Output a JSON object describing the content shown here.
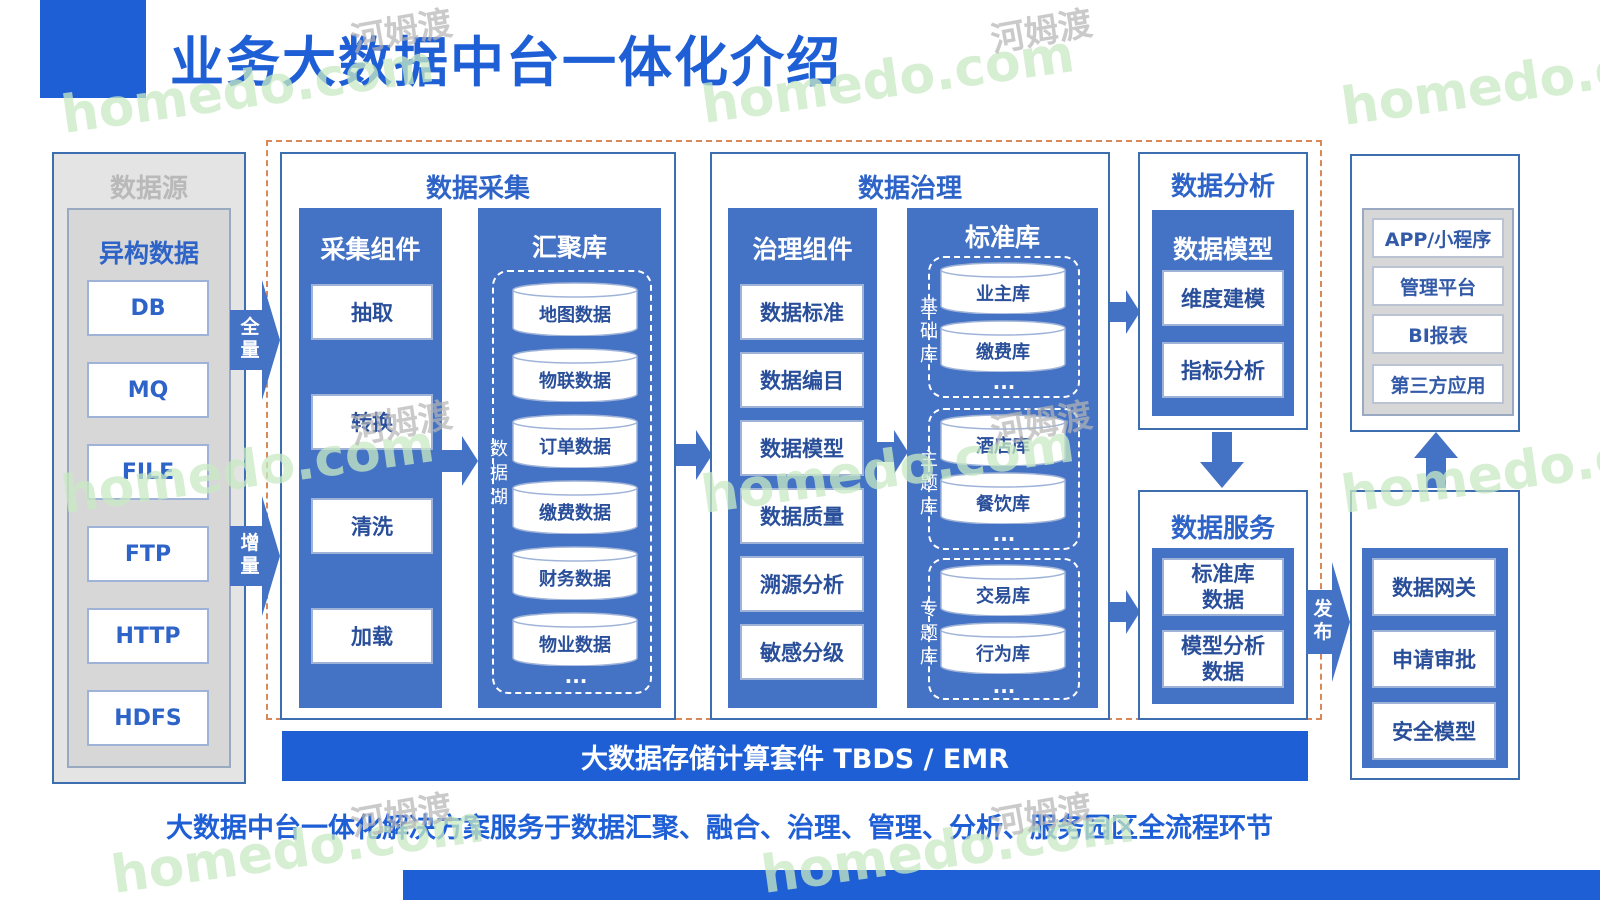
{
  "title": "业务大数据中台一体化介绍",
  "datasource": {
    "title": "数据源",
    "heterogeneous": "异构数据",
    "items": [
      "DB",
      "MQ",
      "FILE",
      "FTP",
      "HTTP",
      "HDFS"
    ],
    "full": "全量",
    "incremental": "增量"
  },
  "collection": {
    "title": "数据采集",
    "components_title": "采集组件",
    "components": [
      "抽取",
      "转换",
      "清洗",
      "加载"
    ],
    "lake_label": "数据湖",
    "repo_title": "汇聚库",
    "repo_items": [
      "地图数据",
      "物联数据",
      "订单数据",
      "缴费数据",
      "财务数据",
      "物业数据"
    ],
    "ellipsis": "..."
  },
  "governance": {
    "title": "数据治理",
    "components_title": "治理组件",
    "components": [
      "数据标准",
      "数据编目",
      "数据模型",
      "数据质量",
      "溯源分析",
      "敏感分级"
    ],
    "std_title": "标准库",
    "groups": [
      {
        "label": "基础库",
        "items": [
          "业主库",
          "缴费库"
        ]
      },
      {
        "label": "主题库",
        "items": [
          "酒店库",
          "餐饮库"
        ]
      },
      {
        "label": "专题库",
        "items": [
          "交易库",
          "行为库"
        ]
      }
    ],
    "ellipsis": "..."
  },
  "analysis": {
    "title": "数据分析",
    "model_title": "数据模型",
    "items": [
      "维度建模",
      "指标分析"
    ]
  },
  "service": {
    "title": "数据服务",
    "items": [
      "标准库数据",
      "模型分析数据"
    ]
  },
  "publish": "发布",
  "apps": [
    "APP/小程序",
    "管理平台",
    "BI报表",
    "第三方应用"
  ],
  "gateway": [
    "数据网关",
    "申请审批",
    "安全模型"
  ],
  "storage": "大数据存储计算套件 TBDS / EMR",
  "caption": "大数据中台一体化解决方案服务于数据汇聚、融合、治理、管理、分析、服务园区全流程环节",
  "watermark": {
    "en": "homedo.com",
    "cn": "河姆渡"
  },
  "colors": {
    "brand": "#1f5fd6",
    "block": "#4472c4",
    "text": "#2e64c8"
  }
}
